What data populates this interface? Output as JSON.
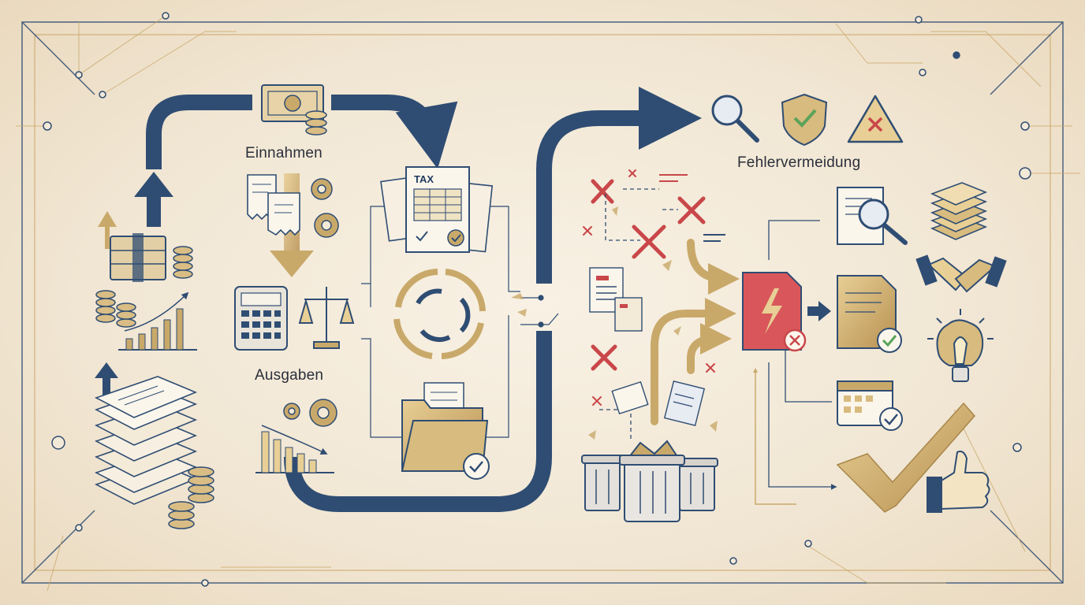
{
  "labels": {
    "income": "Einnahmen",
    "expenses": "Ausgaben",
    "error_prevention": "Fehlervermeidung",
    "tax_sheet": "TAX"
  },
  "colors": {
    "navy": "#2f4d73",
    "gold": "#c9a96a",
    "red": "#c9474a",
    "green": "#5aa35a",
    "background": "#f3e9d7"
  },
  "icons": [
    "money-bill-icon",
    "coin-stack-icon",
    "receipt-icon",
    "gear-icon",
    "calculator-icon",
    "balance-scale-icon",
    "tax-document-icon",
    "cycle-arrows-icon",
    "folder-check-icon",
    "bar-chart-up-icon",
    "bar-chart-down-icon",
    "document-pile-icon",
    "error-x-icon",
    "trash-bin-icon",
    "magnifier-icon",
    "shield-check-icon",
    "warning-triangle-icon",
    "error-document-icon",
    "document-search-icon",
    "approved-document-icon",
    "calendar-check-icon",
    "paper-stack-icon",
    "handshake-icon",
    "lightbulb-brain-icon",
    "big-checkmark-icon",
    "thumbs-up-icon"
  ]
}
